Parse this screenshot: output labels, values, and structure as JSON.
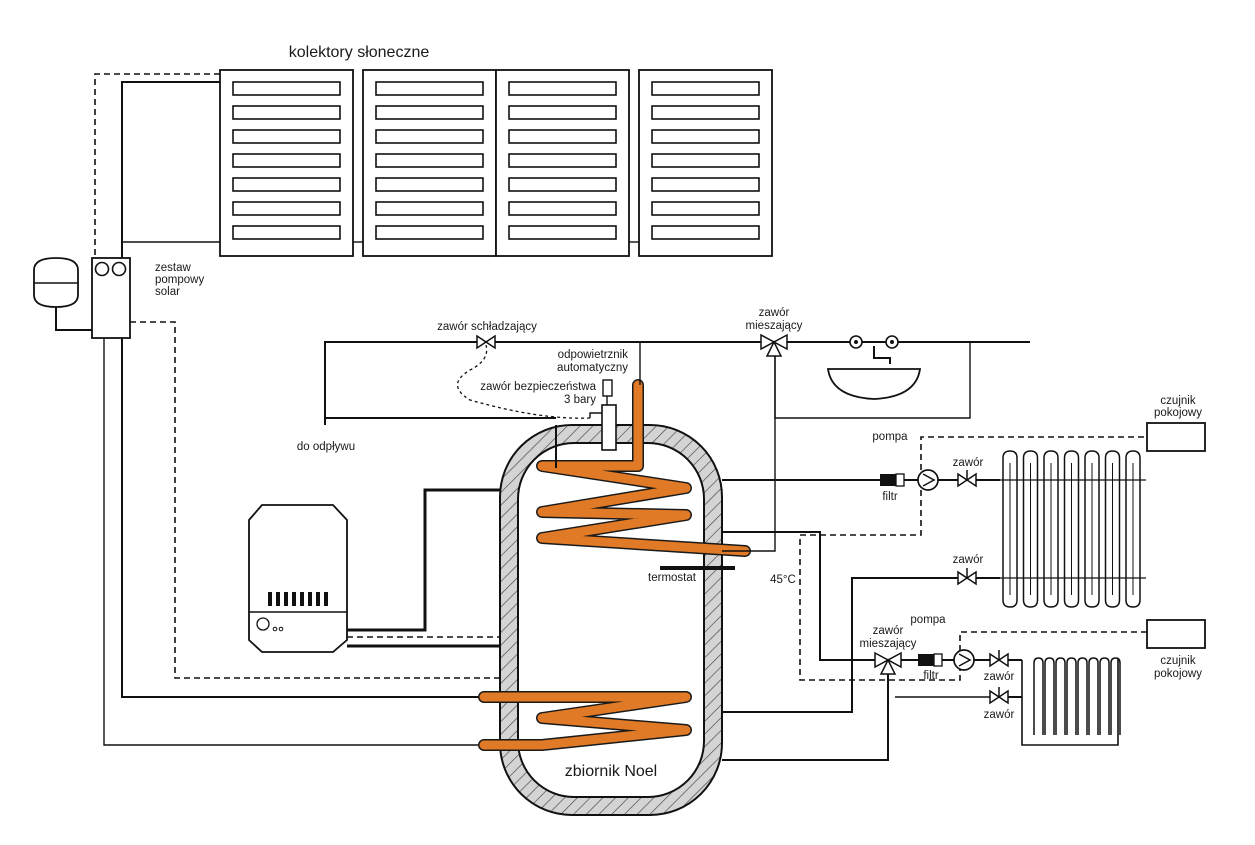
{
  "diagram": {
    "labels": {
      "collectors": "kolektory słoneczne",
      "pump_set_1": "zestaw",
      "pump_set_2": "pompowy",
      "pump_set_3": "solar",
      "cooling_valve": "zawór schładzający",
      "mixing_valve_top_1": "zawór",
      "mixing_valve_top_2": "mieszający",
      "air_vent_1": "odpowietrznik",
      "air_vent_2": "automatyczny",
      "safety_valve_1": "zawór bezpieczeństwa",
      "safety_valve_2": "3 bary",
      "drain": "do odpływu",
      "pump_top": "pompa",
      "valve_top": "zawór",
      "filter_top": "filtr",
      "valve_mid": "zawór",
      "thermostat": "termostat",
      "temperature": "45°C",
      "room_sensor_top_1": "czujnik",
      "room_sensor_top_2": "pokojowy",
      "mixing_valve_bottom_1": "zawór",
      "mixing_valve_bottom_2": "mieszający",
      "pump_bottom": "pompa",
      "valve_bottom_1": "zawór",
      "filter_bottom": "filtr",
      "valve_bottom_2": "zawór",
      "room_sensor_bottom_1": "czujnik",
      "room_sensor_bottom_2": "pokojowy",
      "tank": "zbiornik Noel"
    },
    "colors": {
      "coil": "#e07a26",
      "insulation": "#cfcfcf",
      "line": "#111111"
    }
  }
}
